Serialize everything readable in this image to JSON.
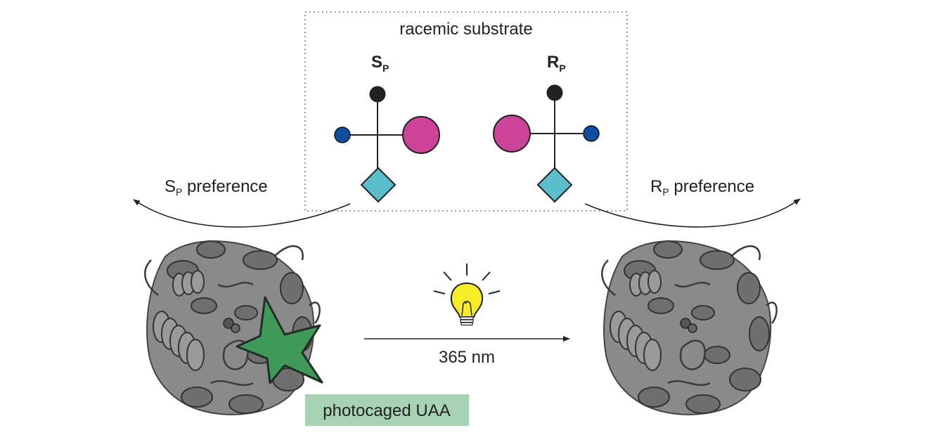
{
  "box": {
    "title": "racemic substrate"
  },
  "enantiomers": [
    {
      "id": "sp",
      "letter": "S",
      "subscript": "P"
    },
    {
      "id": "rp",
      "letter": "R",
      "subscript": "P"
    }
  ],
  "preferences": {
    "left": {
      "letter": "S",
      "subscript": "P",
      "text": " preference"
    },
    "right": {
      "letter": "R",
      "subscript": "P",
      "text": " preference"
    }
  },
  "reaction": {
    "wavelength": "365 nm"
  },
  "uaa_label": "photocaged UAA",
  "colors": {
    "black_atom": "#222222",
    "blue_atom": "#0b4ea2",
    "magenta_atom": "#cc4499",
    "cyan_diamond": "#5bbccb",
    "star": "#3f9a5a",
    "uaa_box": "#a6d4b3",
    "bulb": "#f6ec2a",
    "protein": "#7a7a7a"
  }
}
